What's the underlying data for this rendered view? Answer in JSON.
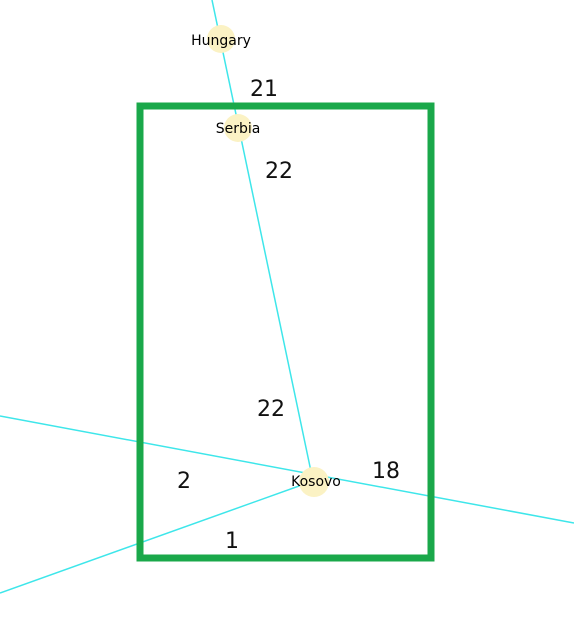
{
  "colors": {
    "route_line": "#3ee6ea",
    "selection_box": "#1aa84a",
    "node_fill": "#fbf2c4",
    "background": "#ffffff"
  },
  "nodes": [
    {
      "id": "hungary",
      "label": "Hungary"
    },
    {
      "id": "serbia",
      "label": "Serbia"
    },
    {
      "id": "kosovo",
      "label": "Kosovo"
    }
  ],
  "edge_labels": [
    {
      "id": "hungary-serbia",
      "value": "21"
    },
    {
      "id": "serbia-down",
      "value": "22"
    },
    {
      "id": "kosovo-up",
      "value": "22"
    },
    {
      "id": "kosovo-west",
      "value": "2"
    },
    {
      "id": "kosovo-east",
      "value": "18"
    },
    {
      "id": "kosovo-southwest",
      "value": "1"
    }
  ]
}
